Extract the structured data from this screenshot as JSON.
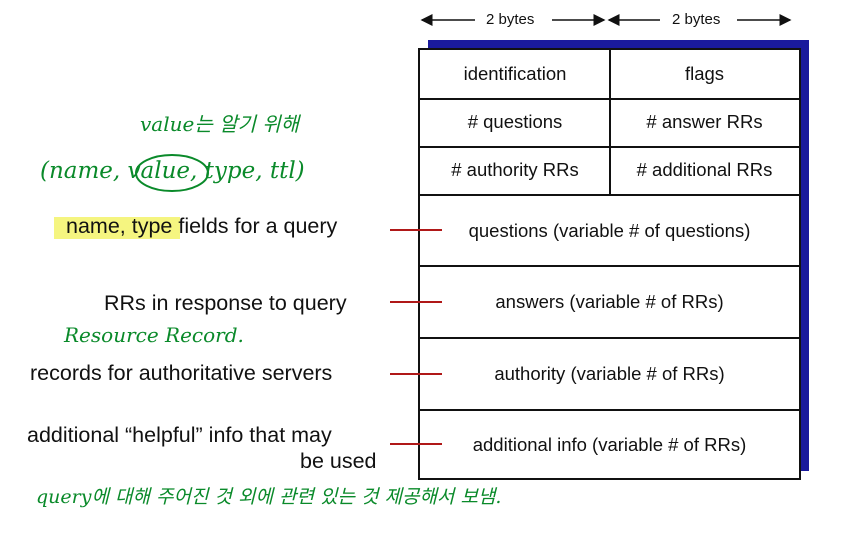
{
  "header": {
    "left_width": "2 bytes",
    "right_width": "2 bytes"
  },
  "table": {
    "row1": {
      "left": "identification",
      "right": "flags"
    },
    "row2": {
      "left": "# questions",
      "right": "# answer RRs"
    },
    "row3": {
      "left": "# authority RRs",
      "right": "# additional RRs"
    },
    "sections": {
      "questions": "questions (variable # of questions)",
      "answers": "answers (variable # of RRs)",
      "authority": "authority (variable # of RRs)",
      "additional": "additional info (variable # of RRs)"
    }
  },
  "descriptions": {
    "questions_prefix": "name, type",
    "questions_suffix": " fields  for a query",
    "answers": "RRs in response to query",
    "authority": "records for authoritative servers",
    "additional_line1": "additional “helpful” info that may",
    "additional_line2": "be used"
  },
  "handwritten": {
    "note_value": "value는 알기 위해",
    "note_tuple": "(name, value, type, ttl)",
    "note_rr": "Resource Record.",
    "note_bottom": "query에 대해 주어진 것 외에 관련 있는 것 제공해서 보냄."
  },
  "colors": {
    "connector": "#b01818",
    "handwriting": "#0a8a2a",
    "highlight": "#f3f36a",
    "shadow": "#1a1a9c"
  }
}
